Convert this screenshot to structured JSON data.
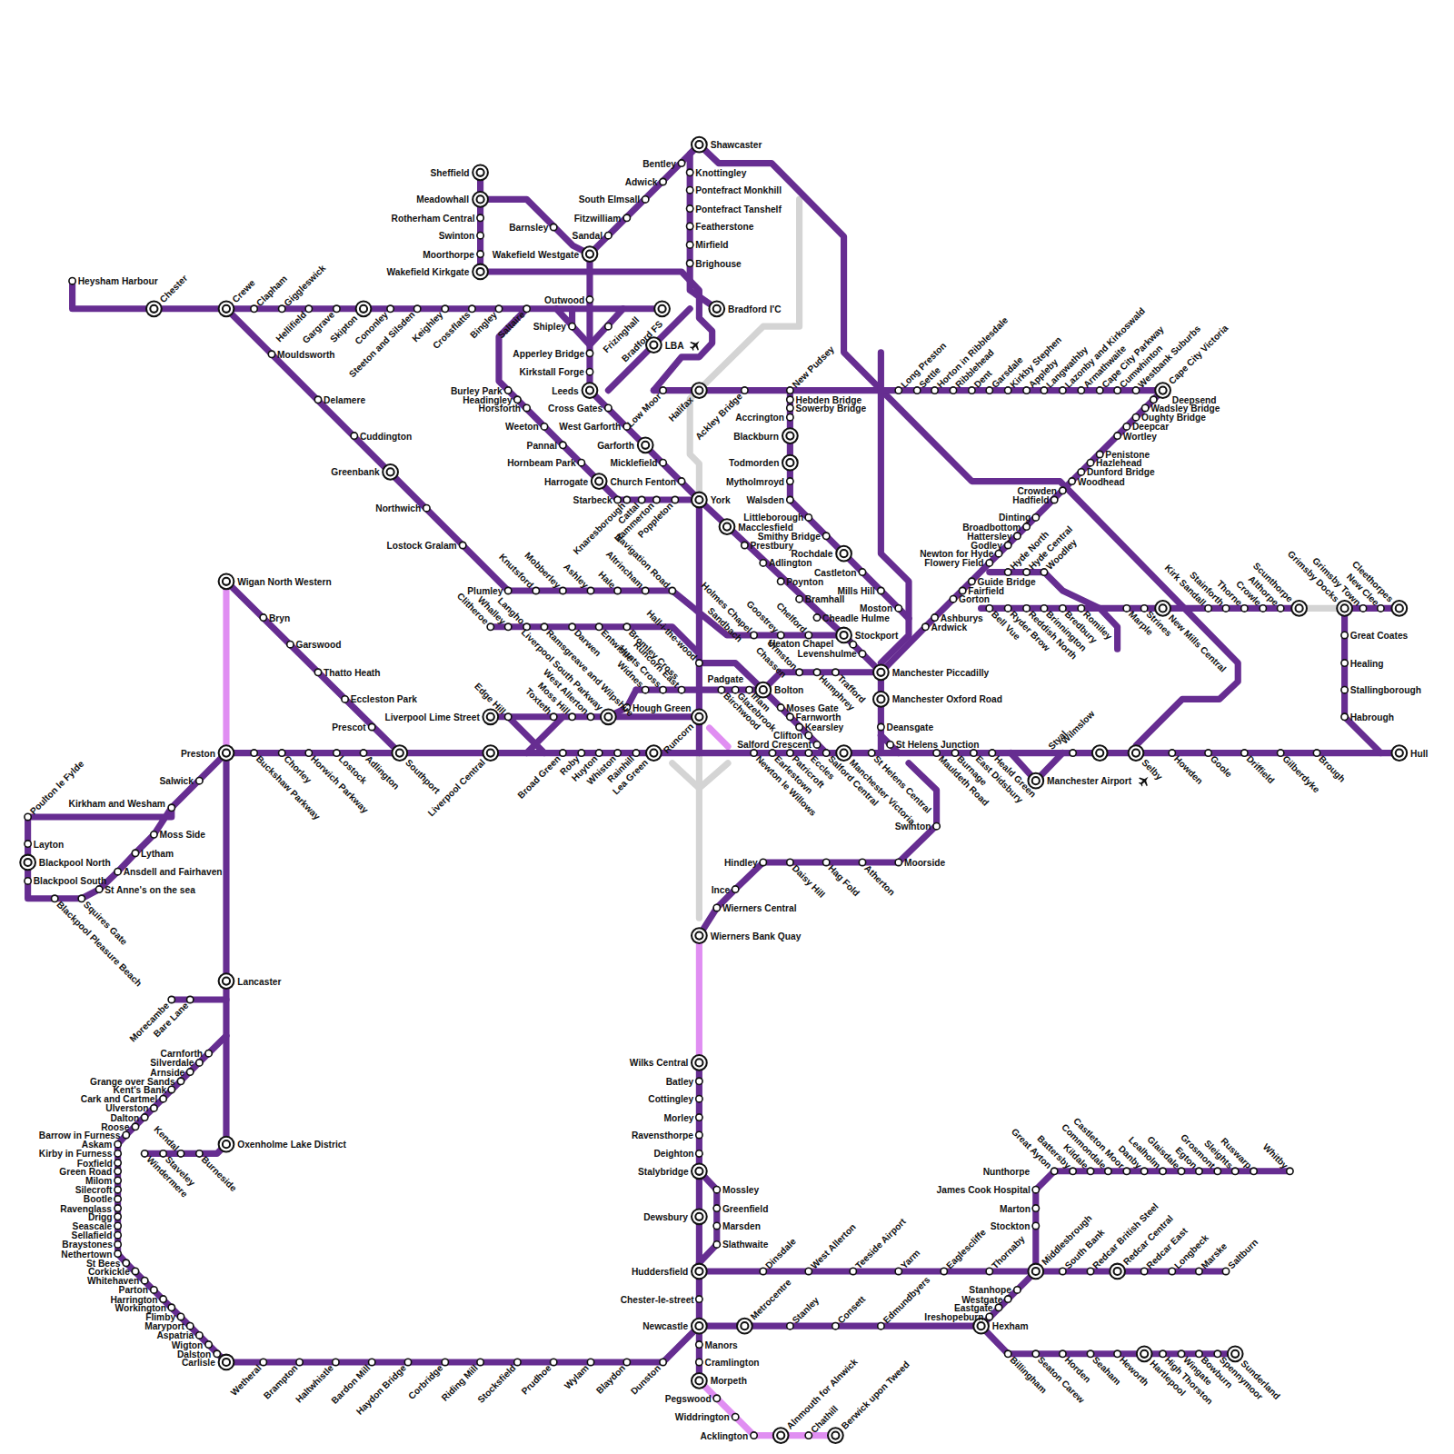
{
  "diagram": {
    "labels": [
      "Heysham Harbour",
      "Chester",
      "Crewe",
      "Clapham",
      "Giggleswick",
      "Hellifield",
      "Gargrave",
      "Skipton",
      "Cononley",
      "Steeton and Silsden",
      "Keighley",
      "Crossflatts",
      "Bingley",
      "Saltaire",
      "Mouldsworth",
      "Delamere",
      "Cuddington",
      "Greenbank",
      "Northwich",
      "Lostock Gralam",
      "Sheffield",
      "Meadowhall",
      "Rotherham Central",
      "Swinton",
      "Moorthorpe",
      "Wakefield Kirkgate",
      "Barnsley",
      "Wakefield Westgate",
      "Sandal",
      "Fitzwilliam",
      "South Elmsall",
      "Adwick",
      "Bentley",
      "Shawcaster",
      "Knottingley",
      "Pontefract Monkhill",
      "Pontefract Tanshelf",
      "Featherstone",
      "Mirfield",
      "Brighouse",
      "Bradford I'C",
      "Outwood",
      "Shipley",
      "Frizinghall",
      "Bradford FS",
      "Apperley Bridge",
      "Kirkstall Forge",
      "Leeds",
      "LBA",
      "Burley Park",
      "Headingley",
      "Horsforth",
      "Weeton",
      "Pannal",
      "Hornbeam Park",
      "Harrogate",
      "Starbeck",
      "Knaresborough",
      "Cattal",
      "Hammerton",
      "Poppleton",
      "Cross Gates",
      "West Garforth",
      "Garforth",
      "Micklefield",
      "Church Fenton",
      "York",
      "Low Moor",
      "Halifax",
      "Ackley Bridge",
      "New Pudsey",
      "Hebden Bridge",
      "Sowerby Bridge",
      "Accrington",
      "Blackburn",
      "Todmorden",
      "Mytholmroyd",
      "Walsden",
      "Littleborough",
      "Smithy Bridge",
      "Rochdale",
      "Castleton",
      "Mills Hill",
      "Moston",
      "Macclesfield",
      "Prestbury",
      "Adlington",
      "Poynton",
      "Bramhall",
      "Cheadle Hulme",
      "Stockport",
      "Heaton Chapel",
      "Levenshulme",
      "Manchester Piccadilly",
      "Manchester Oxford Road",
      "Deansgate",
      "St Helens Junction",
      "Plumley",
      "Knutsford",
      "Mobberley",
      "Ashley",
      "Hale",
      "Altrincham",
      "Navigation Road",
      "Clitheroe",
      "Whalley",
      "Langho",
      "Ramsgreave and Wilpshire",
      "Darwen",
      "Entwistle",
      "Bromley Cross",
      "Hall-i-the-wood",
      "Holmes Chapel",
      "Goostrey",
      "Chelford",
      "Sandbach",
      "Chassen",
      "Urmston",
      "Humphrey",
      "Trafford",
      "Padgate",
      "Birchwood",
      "Glazebrook",
      "Irlam",
      "Bolton",
      "Moses Gate",
      "Farnworth",
      "Kearsley",
      "Clifton",
      "Salford Crescent",
      "Liverpool Lime Street",
      "Edge Hill",
      "Toxteth",
      "Moss Hill",
      "West Allerton",
      "Liverpool South Parkway",
      "Widnes",
      "Hunts Cross",
      "Runcorn East",
      "Hough Green",
      "Runcorn",
      "Preston",
      "Buckshaw Parkway",
      "Chorley",
      "Horwich Parkway",
      "Lostock",
      "Adlington",
      "Southport",
      "Liverpool Central",
      "Broad Green",
      "Roby",
      "Huyton",
      "Whiston",
      "Rainhill",
      "Lea Green",
      "Newton le Willows",
      "Earlestown",
      "Patricroft",
      "Eccles",
      "Salford Central",
      "Manchester Victoria",
      "St Helens Central",
      "Mauldeth Road",
      "Burnage",
      "East Didsbury",
      "Heald Green",
      "Manchester Airport",
      "Styal",
      "Wilmslow",
      "Selby",
      "Howden",
      "Goole",
      "Driffield",
      "Gilberdyke",
      "Brough",
      "Hull",
      "Wigan North Western",
      "Bryn",
      "Garswood",
      "Thatto Heath",
      "Eccleston Park",
      "Prescot",
      "Salwick",
      "Kirkham and Wesham",
      "Moss Side",
      "Lytham",
      "Ansdell and Fairhaven",
      "St Anne's on the sea",
      "Squires Gate",
      "Blackpool Pleasure Beach",
      "Poulton le Fylde",
      "Layton",
      "Blackpool North",
      "Blackpool South",
      "Lancaster",
      "Morecambe",
      "Bare Lane",
      "Oxenholme Lake District",
      "Windermere",
      "Staveley",
      "Kendal",
      "Burneside",
      "Carnforth",
      "Silverdale",
      "Arnside",
      "Grange over Sands",
      "Kent's Bank",
      "Cark and Cartmel",
      "Ulverston",
      "Dalton",
      "Roose",
      "Barrow in Furness",
      "Askam",
      "Kirby in Furness",
      "Foxfield",
      "Green Road",
      "Milom",
      "Silecroft",
      "Bootle",
      "Ravenglass",
      "Drigg",
      "Seascale",
      "Sellafield",
      "Braystones",
      "Nethertown",
      "St Bees",
      "Corkickle",
      "Whitehaven",
      "Parton",
      "Harrington",
      "Workington",
      "Flimby",
      "Maryport",
      "Aspatria",
      "Wigton",
      "Dalston",
      "Carlisle",
      "Wetheral",
      "Brampton",
      "Haltwhistle",
      "Bardon Mill",
      "Haydon Bridge",
      "Corbridge",
      "Riding Mill",
      "Stocksfield",
      "Prudhoe",
      "Wylam",
      "Blaydon",
      "Dunston",
      "Wierners Bank Quay",
      "Wilks Central",
      "Batley",
      "Cottingley",
      "Morley",
      "Ravensthorpe",
      "Deighton",
      "Stalybridge",
      "Mossley",
      "Greenfield",
      "Marsden",
      "Slathwaite",
      "Dewsbury",
      "Huddersfield",
      "Chester-le-street",
      "Newcastle",
      "Manors",
      "Cramlington",
      "Morpeth",
      "Pegswood",
      "Widdrington",
      "Acklington",
      "Alnmouth for Alnwick",
      "Chathill",
      "Berwick upon Tweed",
      "Hindley",
      "Ince",
      "Wierners Central",
      "Daisy Hill",
      "Hag Fold",
      "Atherton",
      "Moorside",
      "Swinton",
      "Dinsdale",
      "West Allerton",
      "Teeside Airport",
      "Yarm",
      "Eaglescliffe",
      "Thornaby",
      "Middlesbrough",
      "South Bank",
      "Redcar British Steel",
      "Redcar Central",
      "Redcar East",
      "Longbeck",
      "Marske",
      "Saltburn",
      "Stockton",
      "Marton",
      "James Cook Hospital",
      "Nunthorpe",
      "Great Ayton",
      "Battersby",
      "Kildale",
      "Commondale",
      "Castleton Moor",
      "Danby",
      "Lealholm",
      "Glaisdale",
      "Egton",
      "Grosmont",
      "Sleights",
      "Ruswarp",
      "Whitby",
      "Metrocentre",
      "Stanley",
      "Consett",
      "Edmundbyers",
      "Hexham",
      "Stanhope",
      "Westgate",
      "Eastgate",
      "Ireshopeburn",
      "Billingham",
      "Seaton Carew",
      "Horden",
      "Seaham",
      "Heworth",
      "Hartlepool",
      "High Thorston",
      "Wingate",
      "Bowburn",
      "Spennymoor",
      "Sunderland",
      "Long Preston",
      "Settle",
      "Horton in Ribblesdale",
      "Ribblehead",
      "Dent",
      "Garsdale",
      "Kirkby Stephen",
      "Appleby",
      "Langwathby",
      "Lazonby and Kirkoswald",
      "Armathwaite",
      "Cape City Parkway",
      "Cumwhinton",
      "Westbank Suburbs",
      "Cape City Victoria",
      "Deepsend",
      "Wadsley Bridge",
      "Oughty Bridge",
      "Deepcar",
      "Wortley",
      "Penistone",
      "Hazlehead",
      "Dunford Bridge",
      "Woodhead",
      "Crowden",
      "Hadfield",
      "Dinting",
      "Broadbottom",
      "Hattersley",
      "Godley",
      "Newton for Hyde",
      "Flowery Field",
      "Guide Bridge",
      "Fairfield",
      "Gorton",
      "Ashburys",
      "Ardwick",
      "Hyde North",
      "Hyde Central",
      "Woodley",
      "Bell Vue",
      "Ryder Brow",
      "Reddish North",
      "Brinnington",
      "Bredbury",
      "Romiley",
      "Marple",
      "Strines",
      "New Mills Central",
      "Kirk Sandall",
      "Stainforth",
      "Thorne",
      "Crowle",
      "Althorpe",
      "Scunthorpe",
      "Grimsby Docks",
      "Grimsby Town",
      "New Clee",
      "Cleethorpes",
      "Great Coates",
      "Healing",
      "Stallingborough",
      "Habrough"
    ]
  }
}
